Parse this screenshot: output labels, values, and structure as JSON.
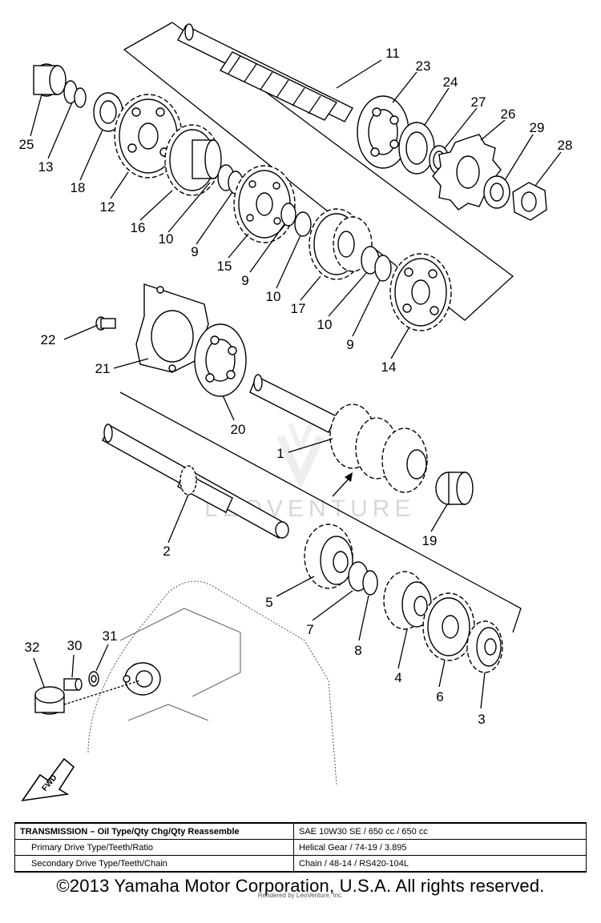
{
  "watermark": "LEOVENTURE",
  "callouts": [
    {
      "label": "11"
    },
    {
      "label": "23"
    },
    {
      "label": "24"
    },
    {
      "label": "27"
    },
    {
      "label": "26"
    },
    {
      "label": "29"
    },
    {
      "label": "28"
    },
    {
      "label": "25"
    },
    {
      "label": "13"
    },
    {
      "label": "18"
    },
    {
      "label": "12"
    },
    {
      "label": "16"
    },
    {
      "label": "10"
    },
    {
      "label": "9"
    },
    {
      "label": "15"
    },
    {
      "label": "9"
    },
    {
      "label": "10"
    },
    {
      "label": "17"
    },
    {
      "label": "10"
    },
    {
      "label": "9"
    },
    {
      "label": "14"
    },
    {
      "label": "22"
    },
    {
      "label": "21"
    },
    {
      "label": "20"
    },
    {
      "label": "1"
    },
    {
      "label": "19"
    },
    {
      "label": "2"
    },
    {
      "label": "5"
    },
    {
      "label": "7"
    },
    {
      "label": "8"
    },
    {
      "label": "4"
    },
    {
      "label": "6"
    },
    {
      "label": "3"
    },
    {
      "label": "32"
    },
    {
      "label": "30"
    },
    {
      "label": "31"
    }
  ],
  "fwd_label": "FWD",
  "spec_table": {
    "rows": [
      {
        "label": "TRANSMISSION – Oil Type/Qty Chg/Qty Reassemble",
        "value": "SAE 10W30 SE / 650 cc / 650 cc"
      },
      {
        "label": "Primary Drive Type/Teeth/Ratio",
        "value": "Helical Gear / 74-19 / 3.895"
      },
      {
        "label": "Secondary Drive Type/Teeth/Chain",
        "value": "Chain / 48-14 / RS420-104L"
      }
    ]
  },
  "footer": {
    "copyright": "©2013 Yamaha Motor Corporation, U.S.A. All rights reserved.",
    "rendered_by": "Rendered by LeoVenture, Inc."
  }
}
